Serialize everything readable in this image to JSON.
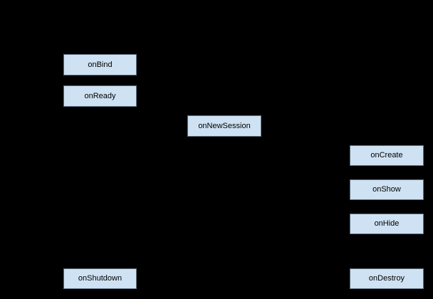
{
  "diagram": {
    "colors": {
      "background": "#000000",
      "node_fill": "#cfe2f3",
      "node_border": "#5b6e7f",
      "node_text": "#000000"
    },
    "nodes": [
      {
        "label": "onBind"
      },
      {
        "label": "onReady"
      },
      {
        "label": "onNewSession"
      },
      {
        "label": "onCreate"
      },
      {
        "label": "onShow"
      },
      {
        "label": "onHide"
      },
      {
        "label": "onDestroy"
      },
      {
        "label": "onShutdown"
      }
    ]
  }
}
